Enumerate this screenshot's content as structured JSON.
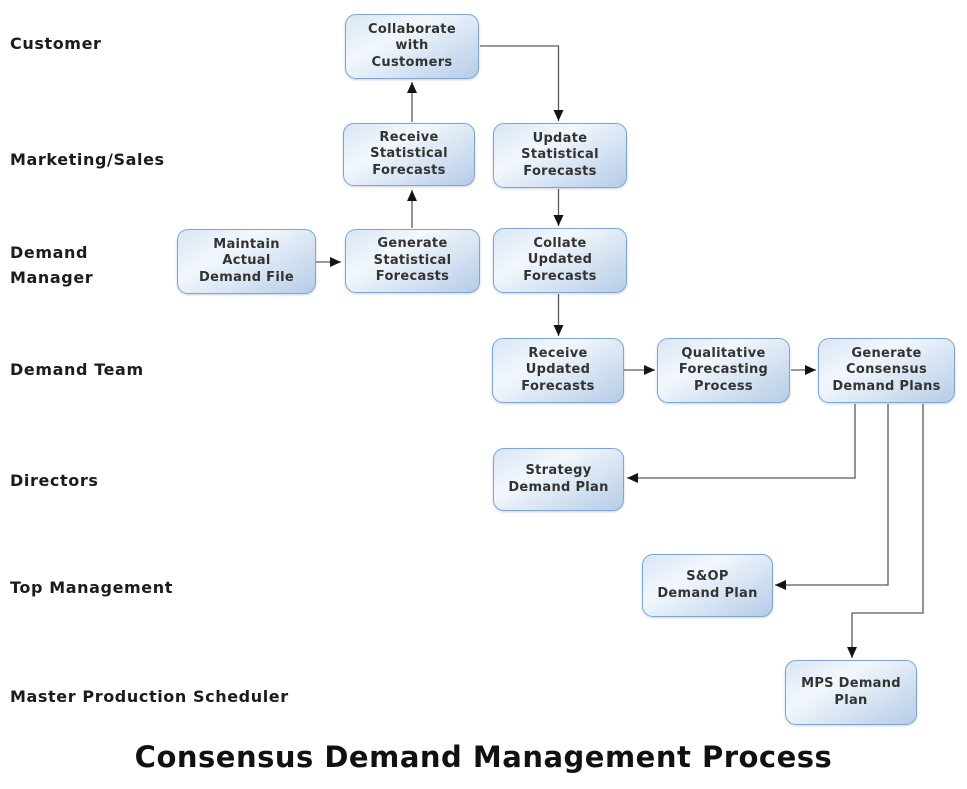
{
  "title": "Consensus Demand Management Process",
  "lanes": [
    {
      "id": "customer",
      "label": "Customer"
    },
    {
      "id": "marketing-sales",
      "label": "Marketing/Sales"
    },
    {
      "id": "demand-manager",
      "label": "Demand\nManager"
    },
    {
      "id": "demand-team",
      "label": "Demand Team"
    },
    {
      "id": "directors",
      "label": "Directors"
    },
    {
      "id": "top-management",
      "label": "Top Management"
    },
    {
      "id": "master-production-scheduler",
      "label": "Master Production Scheduler"
    }
  ],
  "nodes": [
    {
      "id": "maintain-actual-demand-file",
      "lane": "demand-manager",
      "label": "Maintain\nActual\nDemand File"
    },
    {
      "id": "generate-statistical-forecasts",
      "lane": "demand-manager",
      "label": "Generate\nStatistical\nForecasts"
    },
    {
      "id": "receive-statistical-forecasts",
      "lane": "marketing-sales",
      "label": "Receive\nStatistical\nForecasts"
    },
    {
      "id": "collaborate-with-customers",
      "lane": "customer",
      "label": "Collaborate\nwith\nCustomers"
    },
    {
      "id": "update-statistical-forecasts",
      "lane": "marketing-sales",
      "label": "Update\nStatistical\nForecasts"
    },
    {
      "id": "collate-updated-forecasts",
      "lane": "demand-manager",
      "label": "Collate\nUpdated\nForecasts"
    },
    {
      "id": "receive-updated-forecasts",
      "lane": "demand-team",
      "label": "Receive\nUpdated\nForecasts"
    },
    {
      "id": "qualitative-forecasting-process",
      "lane": "demand-team",
      "label": "Qualitative\nForecasting\nProcess"
    },
    {
      "id": "generate-consensus-demand-plans",
      "lane": "demand-team",
      "label": "Generate\nConsensus\nDemand Plans"
    },
    {
      "id": "strategy-demand-plan",
      "lane": "directors",
      "label": "Strategy\nDemand Plan"
    },
    {
      "id": "sop-demand-plan",
      "lane": "top-management",
      "label": "S&OP\nDemand Plan"
    },
    {
      "id": "mps-demand-plan",
      "lane": "master-production-scheduler",
      "label": "MPS Demand\nPlan"
    }
  ],
  "edges": [
    {
      "from": "maintain-actual-demand-file",
      "to": "generate-statistical-forecasts"
    },
    {
      "from": "generate-statistical-forecasts",
      "to": "receive-statistical-forecasts"
    },
    {
      "from": "receive-statistical-forecasts",
      "to": "collaborate-with-customers"
    },
    {
      "from": "collaborate-with-customers",
      "to": "update-statistical-forecasts"
    },
    {
      "from": "update-statistical-forecasts",
      "to": "collate-updated-forecasts"
    },
    {
      "from": "collate-updated-forecasts",
      "to": "receive-updated-forecasts"
    },
    {
      "from": "receive-updated-forecasts",
      "to": "qualitative-forecasting-process"
    },
    {
      "from": "qualitative-forecasting-process",
      "to": "generate-consensus-demand-plans"
    },
    {
      "from": "generate-consensus-demand-plans",
      "to": "strategy-demand-plan"
    },
    {
      "from": "generate-consensus-demand-plans",
      "to": "sop-demand-plan"
    },
    {
      "from": "generate-consensus-demand-plans",
      "to": "mps-demand-plan"
    }
  ],
  "colors": {
    "node-fill-top": "#d9e6f5",
    "node-fill-mid": "#f2f7fc",
    "node-fill-bottom": "#b5cce7",
    "node-border": "#7ea5d4",
    "connector-line": "#5a5a5a",
    "arrowhead": "#141414",
    "label-color": "#1c1c1c",
    "title-color": "#111111"
  }
}
